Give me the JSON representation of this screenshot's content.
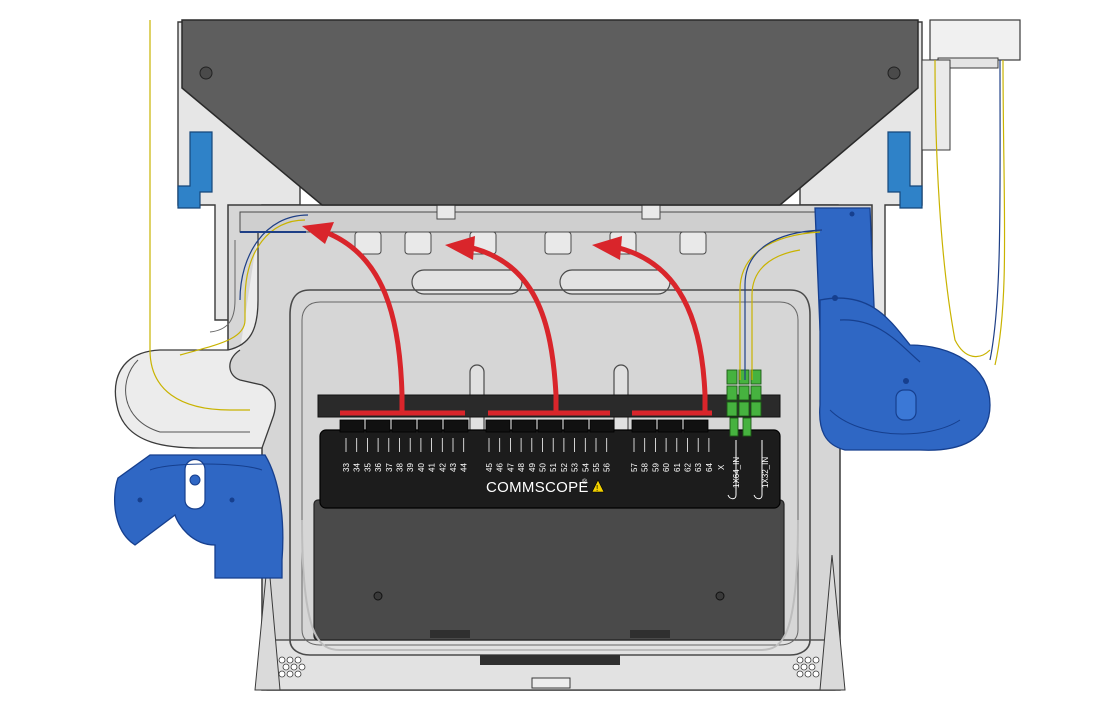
{
  "brand": {
    "name": "COMMSCOPE",
    "mark": "®",
    "warning_icon": "warning-triangle-icon",
    "warning_color": "#f2d100"
  },
  "port_groups": [
    {
      "name": "group-1",
      "labels": [
        "33",
        "34",
        "35",
        "36",
        "37",
        "38",
        "39",
        "40",
        "41",
        "42",
        "43",
        "44"
      ]
    },
    {
      "name": "group-2",
      "labels": [
        "45",
        "46",
        "47",
        "48",
        "49",
        "50",
        "51",
        "52",
        "53",
        "54",
        "55",
        "56"
      ]
    },
    {
      "name": "group-3",
      "labels": [
        "57",
        "58",
        "59",
        "60",
        "61",
        "62",
        "63",
        "64"
      ]
    }
  ],
  "side_labels": {
    "x": "X",
    "in_64": "1X64_IN",
    "in_32": "1X32_IN"
  },
  "routing_arrows": {
    "count": 3,
    "color": "#d9252b"
  },
  "colors": {
    "lid": "#5e5e5e",
    "tray_gray": "#d6d6d6",
    "frame_gray": "#e6e6e6",
    "panel_black": "#1c1c1c",
    "bottom_panel": "#4a4a4a",
    "blue": "#2f67c4",
    "blue_dark": "#163f8e",
    "latch_blue": "#2f82c8",
    "adapter_green": "#46b23f",
    "fiber_yellow": "#c9b300",
    "fiber_blue": "#1e3f86"
  }
}
